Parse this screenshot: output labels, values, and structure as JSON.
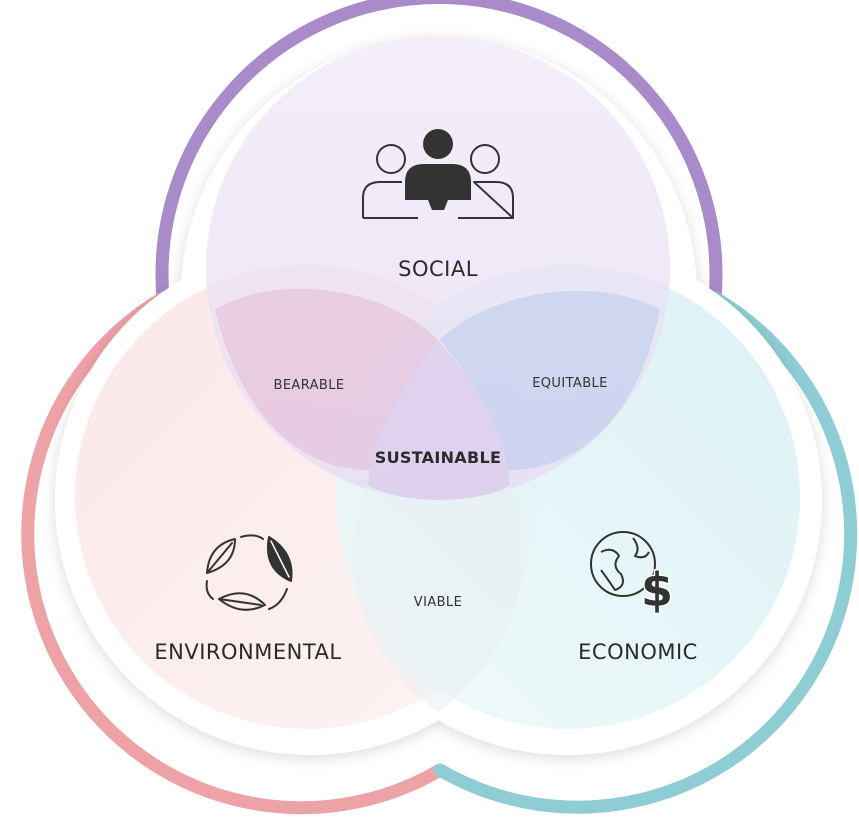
{
  "diagram": {
    "circles": {
      "social": {
        "label": "SOCIAL",
        "icon": "people-icon",
        "ring_color": "#a98bc9",
        "fill_color": "#ece3f6"
      },
      "environmental": {
        "label": "ENVIRONMENTAL",
        "icon": "recycle-leaves-icon",
        "ring_color": "#eda2a6",
        "fill_color": "#fbe9ea"
      },
      "economic": {
        "label": "ECONOMIC",
        "icon": "globe-dollar-icon",
        "ring_color": "#8fcdd5",
        "fill_color": "#dcf2f5"
      }
    },
    "overlaps": {
      "social_environmental": "BEARABLE",
      "social_economic": "EQUITABLE",
      "environmental_economic": "VIABLE",
      "all": "SUSTAINABLE"
    }
  }
}
